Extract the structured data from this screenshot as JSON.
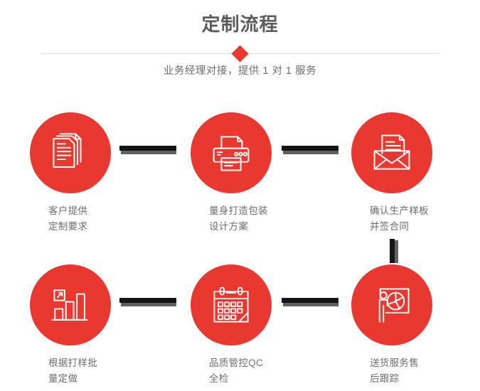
{
  "header": {
    "title": "定制流程",
    "subtitle": "业务经理对接，提供 1 对 1 服务",
    "divider_icon": "diamond-icon"
  },
  "theme": {
    "accent": "#e8382f",
    "title_color": "#5b5b5b",
    "text_color": "#6d6d6d",
    "connector_color": "#151515",
    "connector_shadow": "#5f6062",
    "divider_color": "#dcdcdc",
    "background": "#ffffff"
  },
  "steps": [
    {
      "id": "step-1",
      "icon": "documents-icon",
      "caption": "客户提供\n定制要求"
    },
    {
      "id": "step-2",
      "icon": "printer-icon",
      "caption": "量身打造包装\n设计方案"
    },
    {
      "id": "step-3",
      "icon": "envelope-icon",
      "caption": "确认生产样板\n并签合同"
    },
    {
      "id": "step-4",
      "icon": "bar-chart-icon",
      "caption": "根据打样批\n量定做"
    },
    {
      "id": "step-5",
      "icon": "calendar-icon",
      "caption": "品质管控QC\n全检"
    },
    {
      "id": "step-6",
      "icon": "presentation-icon",
      "caption": "送货服务售\n后跟踪"
    }
  ],
  "connectors": [
    {
      "id": "connector-1-2",
      "orientation": "horizontal"
    },
    {
      "id": "connector-2-3",
      "orientation": "horizontal"
    },
    {
      "id": "connector-3-6",
      "orientation": "vertical"
    },
    {
      "id": "connector-4-5",
      "orientation": "horizontal"
    },
    {
      "id": "connector-5-6",
      "orientation": "horizontal"
    }
  ]
}
